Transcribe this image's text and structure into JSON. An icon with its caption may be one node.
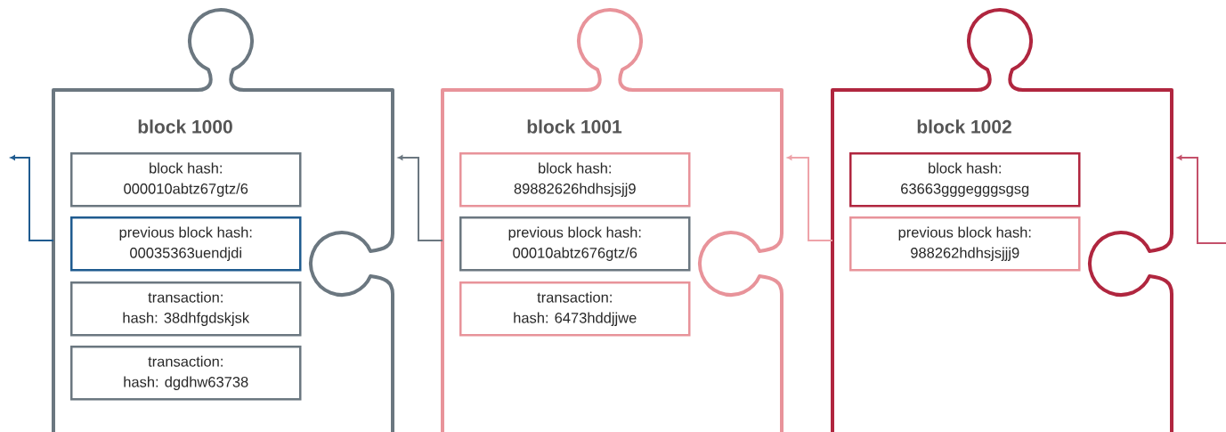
{
  "diagram": {
    "nodes": [
      {
        "text": [
          "block 1000"
        ]
      },
      {
        "text": [
          "block hash:",
          "000010abtz67gtz/6"
        ],
        "in": 0
      },
      {
        "text": [
          "previous block hash:",
          "00035363uendjdi"
        ],
        "in": 0
      },
      {
        "text": [
          "transaction:",
          "hash: 38dhfgdskjsk"
        ],
        "in": 0
      },
      {
        "text": [
          "transaction:",
          "hash: dgdhw63738"
        ],
        "in": 0
      },
      {
        "text": [
          "block 1001"
        ]
      },
      {
        "text": [
          "block hash:",
          "89882626hdhsjsjj9"
        ],
        "in": 5
      },
      {
        "text": [
          "previous block hash:",
          "00010abtz676gtz/6"
        ],
        "in": 5
      },
      {
        "text": [
          "transaction:",
          "hash: 6473hddjjwe"
        ],
        "in": 5
      },
      {
        "text": [
          "block 1002"
        ]
      },
      {
        "text": [
          "block hash:",
          "63663gggegggsgsg"
        ],
        "in": 9
      },
      {
        "text": [
          "previous block hash:",
          "988262hdhsjsjjj9"
        ],
        "in": 9
      }
    ],
    "edges": [
      {
        "from": 0,
        "to": null,
        "arrow": "to",
        "color": "#1f5b8f"
      },
      {
        "from": 5,
        "to": 0,
        "arrow": "to",
        "color": "#6b7780"
      },
      {
        "from": 9,
        "to": 5,
        "arrow": "to",
        "color": "#eea3a9"
      },
      {
        "from": null,
        "to": 9,
        "arrow": "to",
        "color": "#c4506a"
      }
    ]
  }
}
